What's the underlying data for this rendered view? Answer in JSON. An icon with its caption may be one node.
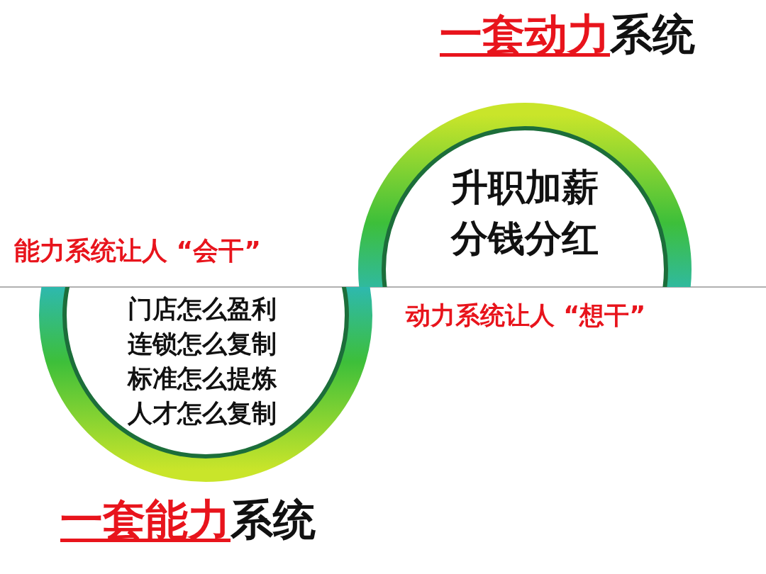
{
  "diagram": {
    "nodes": [
      {
        "text": [
          "**一套动力**系统",
          "升职加薪",
          "分钱分红"
        ]
      },
      {
        "text": [
          "门店怎么盈利",
          "连锁怎么复制",
          "标准怎么提炼",
          "人才怎么复制",
          "**一套能力**系统"
        ]
      }
    ],
    "edges": [],
    "labels": [
      "能力系统让人 “会干”",
      "动力系统让人 “想干”"
    ]
  }
}
